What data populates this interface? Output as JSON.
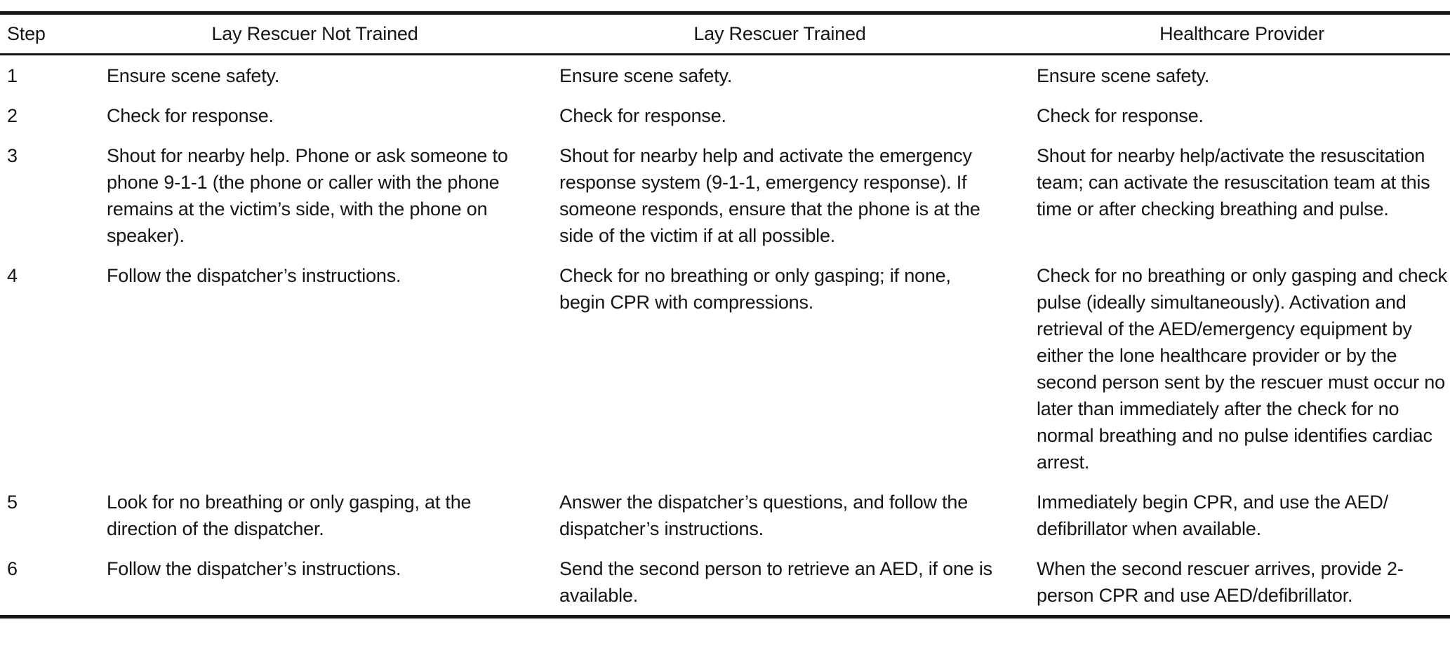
{
  "table": {
    "columns": [
      "Step",
      "Lay Rescuer Not Trained",
      "Lay Rescuer Trained",
      "Healthcare Provider"
    ],
    "rows": [
      [
        "1",
        "Ensure scene safety.",
        "Ensure scene safety.",
        "Ensure scene safety."
      ],
      [
        "2",
        "Check for response.",
        "Check for response.",
        "Check for response."
      ],
      [
        "3",
        "Shout for nearby help. Phone or ask someone to phone 9-1-1 (the phone or caller with the phone remains at the victim’s side, with the phone on speaker).",
        "Shout for nearby help and activate the emergency response system (9-1-1, emergency response). If someone responds, ensure that the phone is at the side of the victim if at all possible.",
        "Shout for nearby help/activate the resuscitation team; can activate the resuscitation team at this time or after checking breathing and pulse."
      ],
      [
        "4",
        "Follow the dispatcher’s instructions.",
        "Check for no breathing or only gasping; if none, begin CPR with compressions.",
        "Check for no breathing or only gasping and check pulse (ideally simultaneously). Activation and retrieval of the AED/emergency equipment by either the lone healthcare provider or by the second person sent by the rescuer must occur no later than immediately after the check for no normal breathing and no pulse identifies cardiac arrest."
      ],
      [
        "5",
        "Look for no breathing or only gasping, at the direction of the dispatcher.",
        "Answer the dispatcher’s questions, and follow the dispatcher’s instructions.",
        "Immediately begin CPR, and use the AED/ defibrillator when available."
      ],
      [
        "6",
        "Follow the dispatcher’s instructions.",
        "Send the second person to retrieve an AED, if one is available.",
        "When the second rescuer arrives, provide 2-person CPR and use AED/defibrillator."
      ]
    ]
  }
}
